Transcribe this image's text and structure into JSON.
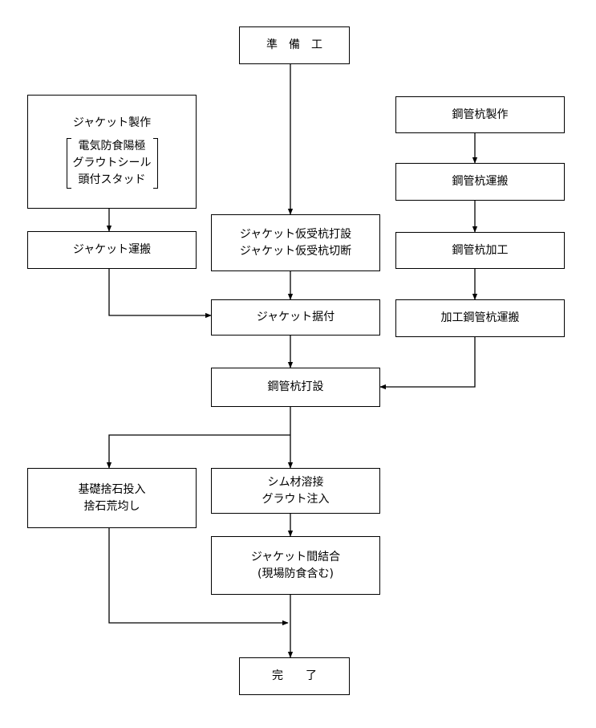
{
  "nodes": {
    "prep": {
      "lines": [
        "準　備　工"
      ]
    },
    "jacket_make": {
      "title": "ジャケット製作",
      "sub": [
        "電気防食陽極",
        "グラウトシール",
        "頭付スタッド"
      ]
    },
    "jacket_transport": {
      "lines": [
        "ジャケット運搬"
      ]
    },
    "temp_pile": {
      "lines": [
        "ジャケット仮受杭打設",
        "ジャケット仮受杭切断"
      ]
    },
    "jacket_install": {
      "lines": [
        "ジャケット据付"
      ]
    },
    "pile_make": {
      "lines": [
        "鋼管杭製作"
      ]
    },
    "pile_transport": {
      "lines": [
        "鋼管杭運搬"
      ]
    },
    "pile_process": {
      "lines": [
        "鋼管杭加工"
      ]
    },
    "processed_pile_transport": {
      "lines": [
        "加工鋼管杭運搬"
      ]
    },
    "pile_drive": {
      "lines": [
        "鋼管杭打設"
      ]
    },
    "rubble": {
      "lines": [
        "基礎捨石投入",
        "捨石荒均し"
      ]
    },
    "shim_grout": {
      "lines": [
        "シム材溶接",
        "グラウト注入"
      ]
    },
    "jacket_connect": {
      "lines": [
        "ジャケット間結合",
        "(現場防食含む)"
      ]
    },
    "complete": {
      "lines": [
        "完　　了"
      ]
    }
  }
}
